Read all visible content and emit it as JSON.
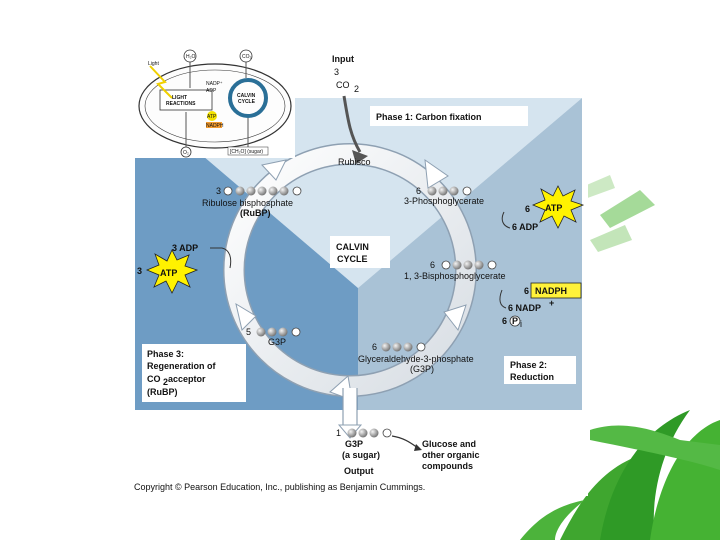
{
  "input": {
    "title": "Input",
    "count": "3",
    "molecule": "CO",
    "subscript": "2"
  },
  "phases": {
    "phase1": "Phase 1: Carbon fixation",
    "phase2_line1": "Phase 2:",
    "phase2_line2": "Reduction",
    "phase3_line1": "Phase 3:",
    "phase3_line2": "Regeneration of",
    "phase3_line3a": "CO",
    "phase3_line3b": "2",
    "phase3_line3c": " acceptor",
    "phase3_line4": "(Ru​BP)"
  },
  "cycle": {
    "line1": "CALVIN",
    "line2": "CYCLE",
    "enzyme": "Rubisco"
  },
  "molecules": {
    "rubp_count": "3",
    "rubp_name": "Ribulose bisphosphate",
    "rubp_abbr": "(RuBP)",
    "pga_count": "6",
    "pga_name": "3-Phosphoglycerate",
    "bpg_count": "6",
    "bpg_name": "1, 3-Bisphosphoglycerate",
    "g3p_count": "6",
    "g3p_name": "Glyceraldehyde-3-phosphate",
    "g3p_abbr": "(G3P)",
    "g3p5_count": "5",
    "g3p5_abbr": "G3P"
  },
  "cofactors": {
    "atp6_count": "6",
    "atp": "ATP",
    "adp6": "6 ADP",
    "nadph_count": "6",
    "nadph": "NADPH",
    "nadp6": "6 NADP",
    "nadp_sup": "+",
    "pi_count": "6",
    "pi_p": "P",
    "pi_sub": "i",
    "adp3": "3 ADP",
    "atp3_count": "3",
    "phosphate": "P"
  },
  "output": {
    "count": "1",
    "abbr": "G3P",
    "desc": "(a sugar)",
    "title": "Output",
    "product_line1": "Glucose and",
    "product_line2": "other organic",
    "product_line3": "compounds"
  },
  "inset": {
    "light": "Light",
    "h2o": "H₂O",
    "co2": "CO₂",
    "nadp": "NADP⁺",
    "adp": "ADP",
    "light_reactions_1": "LIGHT",
    "light_reactions_2": "REACTIONS",
    "calvin_1": "CALVIN",
    "calvin_2": "CYCLE",
    "atp": "ATP",
    "nadph": "NADPH",
    "o2": "O₂",
    "sugar": "[CH₂O] (sugar)"
  },
  "copyright": "Copyright © Pearson Education, Inc., publishing as Benjamin Cummings.",
  "colors": {
    "phase1_bg": "#d5e4ef",
    "phase2_bg": "#a9c2d6",
    "phase3_bg": "#6e9cc4",
    "starburst": "#fff200",
    "nadph_box": "#fff23a",
    "sphere": "#9c9c9c",
    "grass": "#3da52d"
  }
}
